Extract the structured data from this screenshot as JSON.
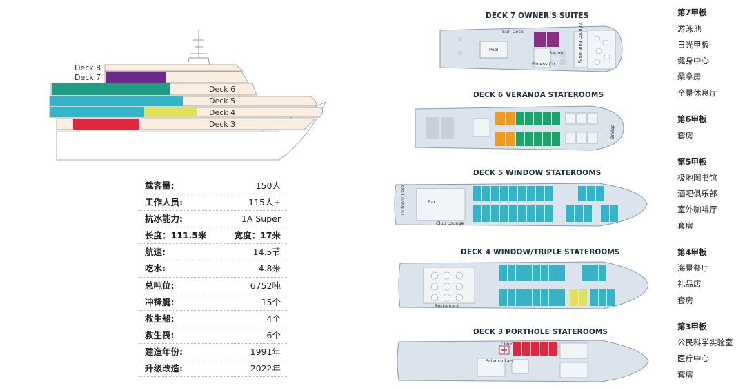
{
  "profile": {
    "decks": [
      "Deck 8",
      "Deck 7",
      "Deck 6",
      "Deck 5",
      "Deck 4",
      "Deck 3"
    ],
    "colors": {
      "deck7": "#6b2a8c",
      "deck6": "#1e9e87",
      "deck5": "#33b5c9",
      "deck4": "#dfe15a",
      "deck3": "#e2263c",
      "cream": "#fbeee0"
    }
  },
  "specs": [
    {
      "label": "载客量:",
      "value": "150人"
    },
    {
      "label": "工作人员:",
      "value": "115人+"
    },
    {
      "label": "抗冰能力:",
      "value": "1A Super"
    },
    {
      "label": "长度：111.5米",
      "value": "宽度：17米"
    },
    {
      "label": "航速:",
      "value": "14.5节"
    },
    {
      "label": "吃水:",
      "value": "4.8米"
    },
    {
      "label": "总吨位:",
      "value": "6752吨"
    },
    {
      "label": "冲锋艇:",
      "value": "15个"
    },
    {
      "label": "救生船:",
      "value": "4个"
    },
    {
      "label": "救生筏:",
      "value": "6个"
    },
    {
      "label": "建造年份:",
      "value": "1991年"
    },
    {
      "label": "升级改造:",
      "value": "2022年"
    }
  ],
  "plans": {
    "deck7": {
      "title": "DECK 7 OWNER'S SUITES",
      "labels": {
        "sun_deck": "Sun Deck",
        "pool": "Pool",
        "sauna": "Sauna",
        "fitness": "Fitness Ctr",
        "lounge": "Panorama Lounge"
      }
    },
    "deck6": {
      "title": "DECK 6 VERANDA STATEROOMS",
      "labels": {
        "bridge": "Bridge"
      }
    },
    "deck5": {
      "title": "DECK 5 WINDOW STATEROOMS",
      "labels": {
        "cafe": "Outdoor Cafe",
        "bar": "Bar",
        "club": "Club Lounge"
      }
    },
    "deck4": {
      "title": "DECK 4 WINDOW/TRIPLE STATEROOMS",
      "labels": {
        "restaurant": "Restaurant"
      }
    },
    "deck3": {
      "title": "DECK 3 PORTHOLE STATEROOMS",
      "labels": {
        "clinic": "Clinic",
        "science": "Science Lab"
      }
    }
  },
  "legend": {
    "d7_title": "第7甲板",
    "d7_items": [
      "游泳池",
      "日光甲板",
      "健身中心",
      "桑拿房",
      "全景休息厅"
    ],
    "d6_title": "第6甲板",
    "d6_items": [
      "套房"
    ],
    "d5_title": "第5甲板",
    "d5_items": [
      "极地图书馆",
      "酒吧俱乐部",
      "室外咖啡厅",
      "套房"
    ],
    "d4_title": "第4甲板",
    "d4_items": [
      "海景餐厅",
      "礼品店",
      "套房"
    ],
    "d3_title": "第3甲板",
    "d3_items": [
      "公民科学实验室",
      "医疗中心",
      "套房"
    ]
  }
}
